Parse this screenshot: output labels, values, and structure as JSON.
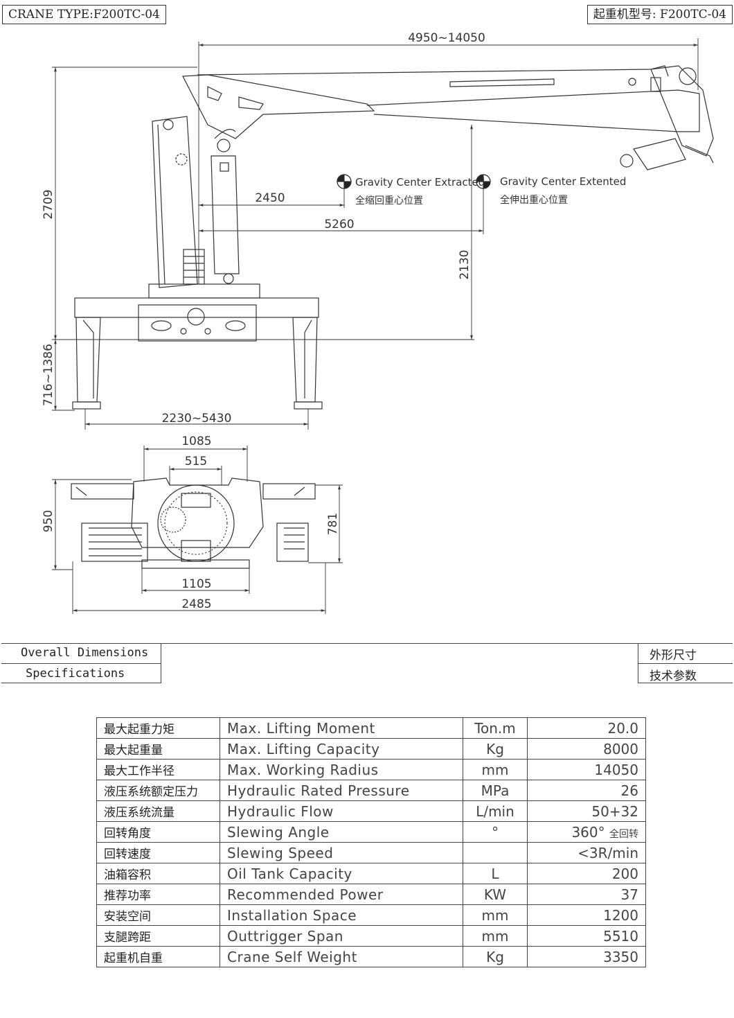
{
  "header": {
    "left_title": "CRANE TYPE:F200TC-04",
    "right_title": "起重机型号: F200TC-04"
  },
  "dimensions": {
    "boom_reach": "4950~14050",
    "height": "2709",
    "outrigger_height": "716~1386",
    "outrigger_span": "2230~5430",
    "gc_extracted_distance": "2450",
    "gc_extended_distance": "5260",
    "gc_height": "2130",
    "top_1085": "1085",
    "top_515": "515",
    "top_950": "950",
    "top_781": "781",
    "top_1105": "1105",
    "top_2485": "2485"
  },
  "gravity_centers": {
    "extracted_en": "Gravity Center Extracted",
    "extracted_zh": "全缩回重心位置",
    "extended_en": "Gravity Center Extented",
    "extended_zh": "全伸出重心位置"
  },
  "sections": {
    "overall_en": "Overall Dimensions",
    "specs_en": "Specifications",
    "overall_zh": "外形尺寸",
    "specs_zh": "技术参数"
  },
  "specs": [
    {
      "zh": "最大起重力矩",
      "en": "Max. Lifting Moment",
      "unit": "Ton.m",
      "value": "20.0"
    },
    {
      "zh": "最大起重量",
      "en": "Max. Lifting Capacity",
      "unit": "Kg",
      "value": "8000"
    },
    {
      "zh": "最大工作半径",
      "en": "Max. Working Radius",
      "unit": "mm",
      "value": "14050"
    },
    {
      "zh": "液压系统额定压力",
      "en": "Hydraulic Rated Pressure",
      "unit": "MPa",
      "value": "26"
    },
    {
      "zh": "液压系统流量",
      "en": "Hydraulic Flow",
      "unit": "L/min",
      "value": "50+32"
    },
    {
      "zh": "回转角度",
      "en": "Slewing Angle",
      "unit": "°",
      "value": "360°",
      "value_note": "全回转"
    },
    {
      "zh": "回转速度",
      "en": "Slewing Speed",
      "unit": "",
      "value": "<3R/min"
    },
    {
      "zh": "油箱容积",
      "en": "Oil Tank Capacity",
      "unit": "L",
      "value": "200"
    },
    {
      "zh": "推荐功率",
      "en": "Recommended Power",
      "unit": "KW",
      "value": "37"
    },
    {
      "zh": "安装空间",
      "en": "Installation Space",
      "unit": "mm",
      "value": "1200"
    },
    {
      "zh": "支腿跨距",
      "en": "Outtrigger Span",
      "unit": "mm",
      "value": "5510"
    },
    {
      "zh": "起重机自重",
      "en": "Crane Self Weight",
      "unit": "Kg",
      "value": "3350"
    }
  ]
}
